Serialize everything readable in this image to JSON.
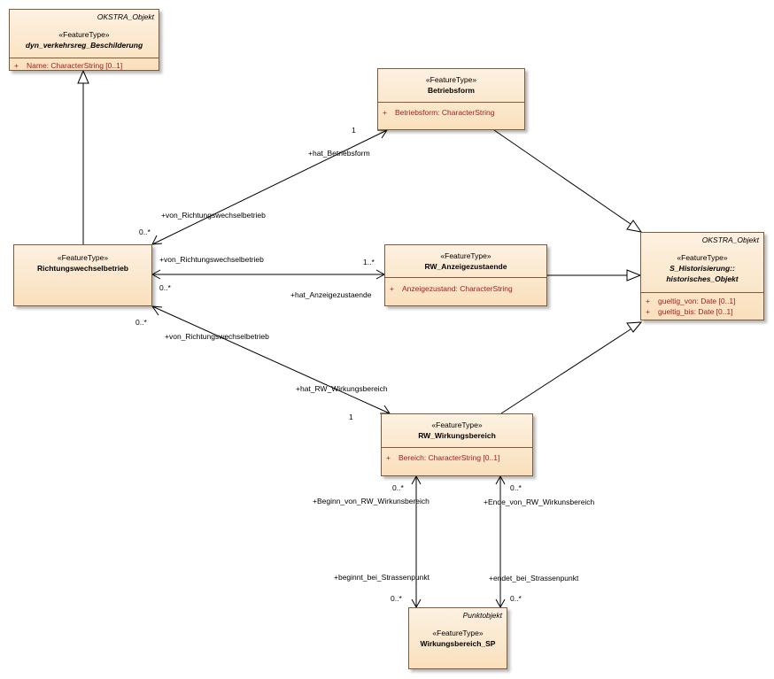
{
  "classes": {
    "dyn": {
      "tag": "OKSTRA_Objekt",
      "stereotype": "«FeatureType»",
      "name": "dyn_verkehrsreg_Beschilderung",
      "attributes": [
        {
          "visibility": "+",
          "text": "Name: CharacterString [0..1]"
        }
      ]
    },
    "betriebsform": {
      "stereotype": "«FeatureType»",
      "name": "Betriebsform",
      "attributes": [
        {
          "visibility": "+",
          "text": "Betriebsform: CharacterString"
        }
      ]
    },
    "richtung": {
      "stereotype": "«FeatureType»",
      "name": "Richtungswechselbetrieb"
    },
    "anzeige": {
      "stereotype": "«FeatureType»",
      "name": "RW_Anzeigezustaende",
      "attributes": [
        {
          "visibility": "+",
          "text": "Anzeigezustand: CharacterString"
        }
      ]
    },
    "hist": {
      "tag": "OKSTRA_Objekt",
      "stereotype": "«FeatureType»",
      "name_line1": "S_Historisierung::",
      "name_line2": "historisches_Objekt",
      "attributes": [
        {
          "visibility": "+",
          "text": "gueltig_von: Date [0..1]"
        },
        {
          "visibility": "+",
          "text": "gueltig_bis: Date [0..1]"
        }
      ]
    },
    "wirkung": {
      "stereotype": "«FeatureType»",
      "name": "RW_Wirkungsbereich",
      "attributes": [
        {
          "visibility": "+",
          "text": "Bereich: CharacterString [0..1]"
        }
      ]
    },
    "sp": {
      "tag": "Punktobjekt",
      "stereotype": "«FeatureType»",
      "name": "Wirkungsbereich_SP"
    }
  },
  "labels": {
    "mult_betriebsform": "1",
    "role_hat_betriebsform": "+hat_Betriebsform",
    "role_von_rwb_1": "+von_Richtungswechselbetrieb",
    "mult_rwb_1": "0..*",
    "role_von_rwb_2": "+von_Richtungswechselbetrieb",
    "mult_anzeige": "1..*",
    "mult_rwb_2": "0..*",
    "role_hat_anzeige": "+hat_Anzeigezustaende",
    "mult_rwb_3": "0..*",
    "role_von_rwb_3": "+von_Richtungswechselbetrieb",
    "role_hat_wirkung": "+hat_RW_Wirkungsbereich",
    "mult_wirkung": "1",
    "mult_beginn_top": "0..*",
    "role_beginn": "+Beginn_von_RW_Wirkunsbereich",
    "mult_ende_top": "0..*",
    "role_ende": "+Ende_von_RW_Wirkunsbereich",
    "role_beginnt": "+beginnt_bei_Strassenpunkt",
    "role_endet": "+endet_bei_Strassenpunkt",
    "mult_sp_left": "0..*",
    "mult_sp_right": "0..*"
  }
}
